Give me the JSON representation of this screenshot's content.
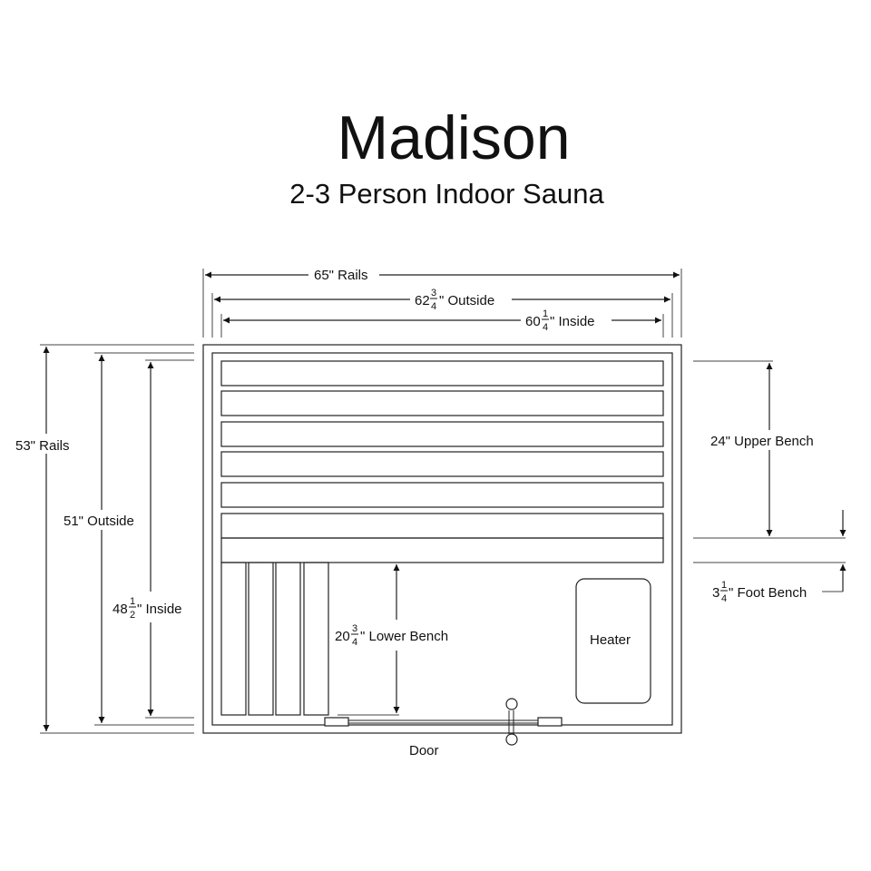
{
  "title": "Madison",
  "subtitle": "2-3 Person Indoor Sauna",
  "dimensions": {
    "rails_width": "65\" Rails",
    "outside_width_whole": "62",
    "outside_width_frac_num": "3",
    "outside_width_frac_den": "4",
    "outside_width_suffix": "\" Outside",
    "inside_width_whole": "60",
    "inside_width_frac_num": "1",
    "inside_width_frac_den": "4",
    "inside_width_suffix": "\" Inside",
    "rails_depth": "53\" Rails",
    "outside_depth": "51\" Outside",
    "inside_depth_whole": "48",
    "inside_depth_frac_num": "1",
    "inside_depth_frac_den": "2",
    "inside_depth_suffix": "\" Inside",
    "upper_bench": "24\" Upper Bench",
    "foot_bench_whole": "3",
    "foot_bench_frac_num": "1",
    "foot_bench_frac_den": "4",
    "foot_bench_suffix": "\" Foot Bench",
    "lower_bench_whole": "20",
    "lower_bench_frac_num": "3",
    "lower_bench_frac_den": "4",
    "lower_bench_suffix": "\" Lower Bench"
  },
  "labels": {
    "heater": "Heater",
    "door": "Door"
  }
}
